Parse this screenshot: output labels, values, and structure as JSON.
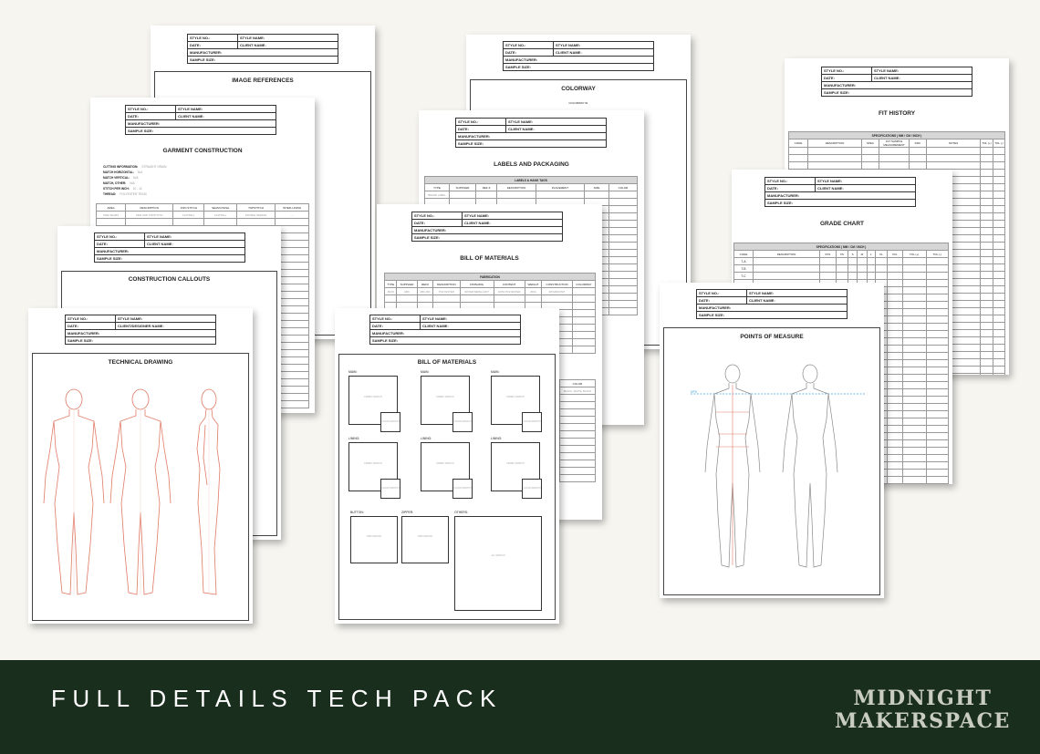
{
  "header_fields": {
    "style_no": "STYLE NO.:",
    "style_name": "STYLE NAME:",
    "date": "DATE:",
    "client_name": "CLIENT NAME:",
    "client_designer_name": "CLIENT/DESIGNER NAME:",
    "manufacturer": "MANUFACTURER:",
    "sample_size": "SAMPLE SIZE:"
  },
  "pages": {
    "image_references": {
      "title": "IMAGE REFERENCES"
    },
    "garment_construction": {
      "title": "GARMENT CONSTRUCTION",
      "fields": [
        {
          "label": "CUTTING INFORMATION:",
          "value": "STRAIGHT GRAIN"
        },
        {
          "label": "MATCH HORIZONTAL:",
          "value": "N/A"
        },
        {
          "label": "MATCH VERTICAL:",
          "value": "N/A"
        },
        {
          "label": "MATCH, OTHER:",
          "value": "N/A"
        },
        {
          "label": "STITCH PER INCH:",
          "value": "10 - 12"
        },
        {
          "label": "THREAD:",
          "value": "POLYESTER TEX40"
        }
      ],
      "columns": [
        "AREA",
        "DESCRIPTION",
        "JOIN STITCH",
        "SEAM FINISH",
        "TOPSTITCH",
        "INTER-LINING"
      ],
      "row": [
        "SIDE SEAMS",
        "SIDE AND TOPSTITCH",
        "FLATFELL",
        "FLATFELL",
        "DOUBLE NEEDLE",
        "---"
      ]
    },
    "construction_callouts": {
      "title": "CONSTRUCTION CALLOUTS"
    },
    "technical_drawing": {
      "title": "TECHNICAL DRAWING"
    },
    "colorway": {
      "title": "COLORWAY",
      "subtitle": "COLORWAY #1"
    },
    "labels_packaging": {
      "title": "LABELS AND PACKAGING",
      "section": "LABELS & HANG TAGS",
      "columns": [
        "TYPE",
        "SUPPLIER",
        "REF #",
        "DESCRIPTION",
        "PLACEMENT",
        "SIZE",
        "COLOR"
      ],
      "row_label": "BRAND LABEL"
    },
    "bill_of_materials_table": {
      "title": "BILL OF MATERIALS",
      "section": "FABRICATION",
      "columns": [
        "TYPE",
        "SUPPLIER",
        "REF#",
        "DESCRIPTION",
        "FINISHING",
        "CONTENT",
        "WEIGHT",
        "CONSTRUCTION",
        "COLORWAY"
      ],
      "row": [
        "MAIN",
        "ABC",
        "ABC-001",
        "POLYESTER",
        "WATER REPELLANT",
        "100% POLYESTER",
        "200G",
        "WOVEN/KNIT",
        ""
      ],
      "color_header": "COLOR",
      "color_value": "BLACK, WHITE, BLACK"
    },
    "bill_of_materials_swatches": {
      "title": "BILL OF MATERIALS",
      "labels": [
        "MAIN:",
        "MAIN:",
        "MAIN:",
        "LINING:",
        "LINING:",
        "LINING:",
        "BUTTON:",
        "ZIPPER:",
        "OTHERS:"
      ],
      "box_text": "FABRIC SWATCH",
      "small_box_text": "COLOR SWATCH",
      "trim_text": "TRIM SWATCH",
      "others_text": "ALL SWATCH"
    },
    "fit_history": {
      "title": "FIT HISTORY",
      "section": "SPECIFICATIONS ( MM / CM / INCH )",
      "columns": [
        "CODE",
        "DESCRIPTION",
        "SPEC",
        "1ST SAMPLE MEASUREMENT",
        "DIFF",
        "NOTES",
        "TOL (+)",
        "TOL (-)"
      ]
    },
    "grade_chart": {
      "title": "GRADE CHART",
      "section": "SPECIFICATIONS ( MM / CM / INCH )",
      "columns": [
        "CODE",
        "DESCRIPTION",
        "XXS",
        "XS",
        "S",
        "M",
        "L",
        "XL",
        "XXL",
        "TOL (+)",
        "TOL (-)"
      ],
      "codes": [
        "T-A",
        "T-B",
        "T-C"
      ]
    },
    "points_of_measure": {
      "title": "POINTS OF MEASURE",
      "marker": "HPS"
    }
  },
  "footer": {
    "title": "FULL DETAILS TECH PACK",
    "brand_line1": "MIDNIGHT",
    "brand_line2": "MAKERSPACE"
  },
  "colors": {
    "footer_bg": "#1a2e1d",
    "footer_text": "#ffffff",
    "brand_text": "#c9ccc0",
    "figure_outline": "#e07a66",
    "measure_line": "#4aa3d8"
  }
}
